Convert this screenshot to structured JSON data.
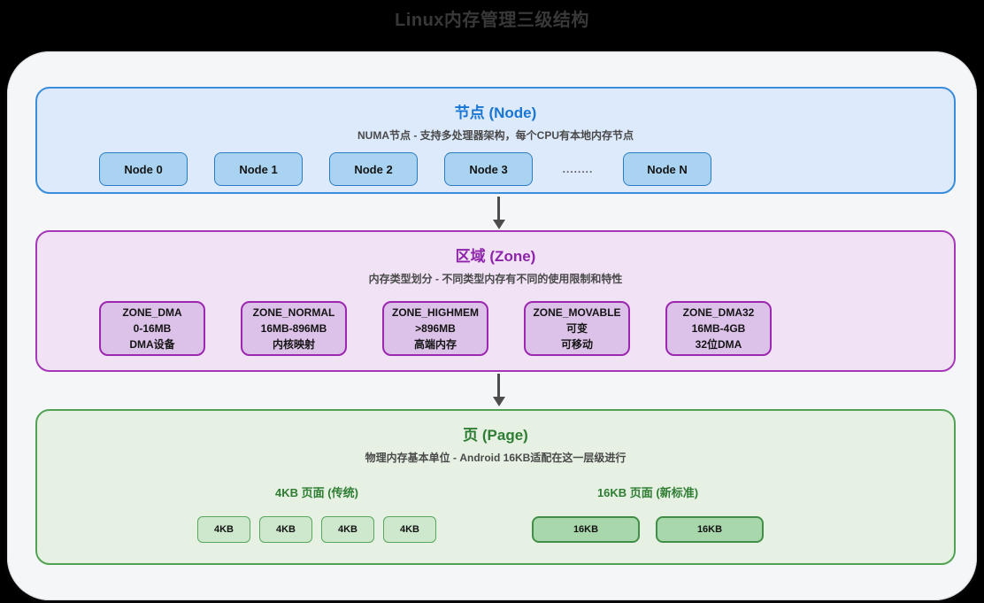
{
  "page": {
    "title": "Linux内存管理三级结构"
  },
  "colors": {
    "background": "#000000",
    "canvas": "#f5f6f8",
    "node_accent": "#1976d2",
    "node_fill": "#ddeafb",
    "node_box_fill": "#a9d3f1",
    "zone_accent": "#8e24aa",
    "zone_fill": "#f1e2f6",
    "zone_box_fill": "#dcc2e8",
    "page_accent": "#2e7d32",
    "page_fill": "#e6f1e4",
    "page_box_4k_fill": "#cde8cd",
    "page_box_16k_fill": "#a8d7ab",
    "arrow": "#4d4d4d"
  },
  "node_section": {
    "title": "节点 (Node)",
    "subtitle": "NUMA节点 - 支持多处理器架构，每个CPU有本地内存节点",
    "boxes": [
      "Node 0",
      "Node 1",
      "Node 2",
      "Node 3"
    ],
    "ellipsis": "........",
    "last_box": "Node N"
  },
  "zone_section": {
    "title": "区域 (Zone)",
    "subtitle": "内存类型划分 - 不同类型内存有不同的使用限制和特性",
    "boxes": [
      {
        "name": "ZONE_DMA",
        "range": "0-16MB",
        "desc": "DMA设备"
      },
      {
        "name": "ZONE_NORMAL",
        "range": "16MB-896MB",
        "desc": "内核映射"
      },
      {
        "name": "ZONE_HIGHMEM",
        "range": ">896MB",
        "desc": "高端内存"
      },
      {
        "name": "ZONE_MOVABLE",
        "range": "可变",
        "desc": "可移动"
      },
      {
        "name": "ZONE_DMA32",
        "range": "16MB-4GB",
        "desc": "32位DMA"
      }
    ]
  },
  "page_section": {
    "title": "页 (Page)",
    "subtitle": "物理内存基本单位 - Android 16KB适配在这一层级进行",
    "group_4k": {
      "header": "4KB 页面 (传统)",
      "boxes": [
        "4KB",
        "4KB",
        "4KB",
        "4KB"
      ]
    },
    "group_16k": {
      "header": "16KB 页面 (新标准)",
      "boxes": [
        "16KB",
        "16KB"
      ]
    }
  }
}
